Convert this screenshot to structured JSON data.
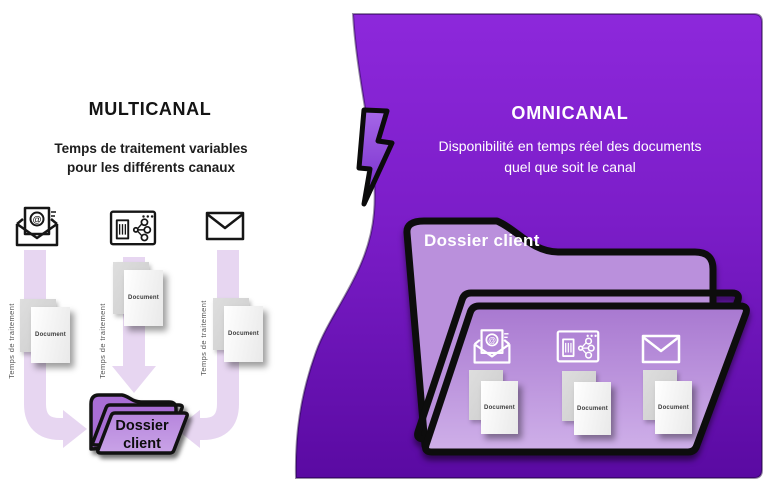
{
  "left": {
    "title": "MULTICANAL",
    "subtitle_line1": "Temps de traitement variables",
    "subtitle_line2": "pour les différents canaux",
    "channels": [
      {
        "icon": "email-at-icon",
        "vertical_label": "Temps de traitement",
        "document_label": "Document"
      },
      {
        "icon": "web-portal-icon",
        "vertical_label": "Temps de traitement",
        "document_label": "Document"
      },
      {
        "icon": "envelope-icon",
        "vertical_label": "Temps de traitement",
        "document_label": "Document"
      }
    ],
    "folder": {
      "label_line1": "Dossier",
      "label_line2": "client"
    }
  },
  "right": {
    "title": "OMNICANAL",
    "subtitle_line1": "Disponibilité en temps réel des documents",
    "subtitle_line2": "quel que soit le canal",
    "folder": {
      "label": "Dossier client",
      "channels": [
        {
          "icon": "email-at-icon",
          "document_label": "Document"
        },
        {
          "icon": "web-portal-icon",
          "document_label": "Document"
        },
        {
          "icon": "envelope-icon",
          "document_label": "Document"
        }
      ]
    }
  },
  "icons": {
    "at_glyph": "@"
  },
  "colors": {
    "purple_top": "#8d28db",
    "purple_mid": "#7b1dc8",
    "purple_bottom": "#5a0aa2",
    "lavender_arrow": "#e7d6f1",
    "big_folder_back": "#ba90dc",
    "big_folder_front_top": "#a878d0",
    "big_folder_front_bottom": "#cfb0e9",
    "small_folder_back": "#a96ed5",
    "small_folder_front": "#c39ae2",
    "bolt_fill": "#8a46dd",
    "outline": "#0d0d0d"
  }
}
